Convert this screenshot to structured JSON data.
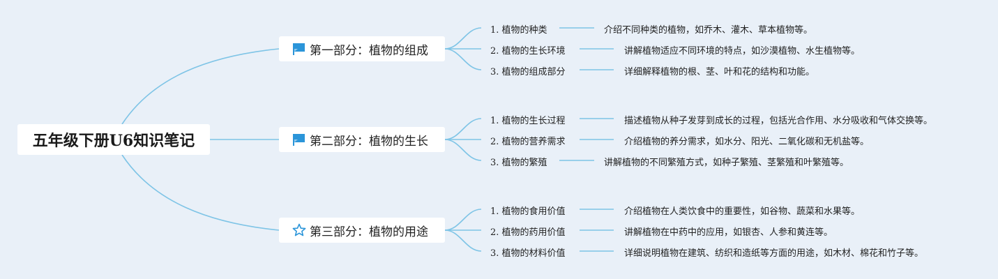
{
  "root": {
    "title": "五年级下册U6知识笔记"
  },
  "colors": {
    "line": "#7ec4e6",
    "background": "#e9f0f8",
    "flag": "#2b95d9"
  },
  "branches": [
    {
      "label": "第一部分：植物的组成",
      "icon": "flag-icon",
      "topics": [
        {
          "num": "1.",
          "label": "植物的种类",
          "detail": "介绍不同种类的植物，如乔木、灌木、草本植物等。"
        },
        {
          "num": "2.",
          "label": "植物的生长环境",
          "detail": "讲解植物适应不同环境的特点，如沙漠植物、水生植物等。"
        },
        {
          "num": "3.",
          "label": "植物的组成部分",
          "detail": "详细解释植物的根、茎、叶和花的结构和功能。"
        }
      ]
    },
    {
      "label": "第二部分：植物的生长",
      "icon": "flag-icon",
      "topics": [
        {
          "num": "1.",
          "label": "植物的生长过程",
          "detail": "描述植物从种子发芽到成长的过程，包括光合作用、水分吸收和气体交换等。"
        },
        {
          "num": "2.",
          "label": "植物的营养需求",
          "detail": "介绍植物的养分需求，如水分、阳光、二氧化碳和无机盐等。"
        },
        {
          "num": "3.",
          "label": "植物的繁殖",
          "detail": "讲解植物的不同繁殖方式，如种子繁殖、茎繁殖和叶繁殖等。"
        }
      ]
    },
    {
      "label": "第三部分：植物的用途",
      "icon": "star-icon",
      "topics": [
        {
          "num": "1.",
          "label": "植物的食用价值",
          "detail": "介绍植物在人类饮食中的重要性，如谷物、蔬菜和水果等。"
        },
        {
          "num": "2.",
          "label": "植物的药用价值",
          "detail": "讲解植物在中药中的应用，如银杏、人参和黄连等。"
        },
        {
          "num": "3.",
          "label": "植物的材料价值",
          "detail": "详细说明植物在建筑、纺织和造纸等方面的用途，如木材、棉花和竹子等。"
        }
      ]
    }
  ]
}
